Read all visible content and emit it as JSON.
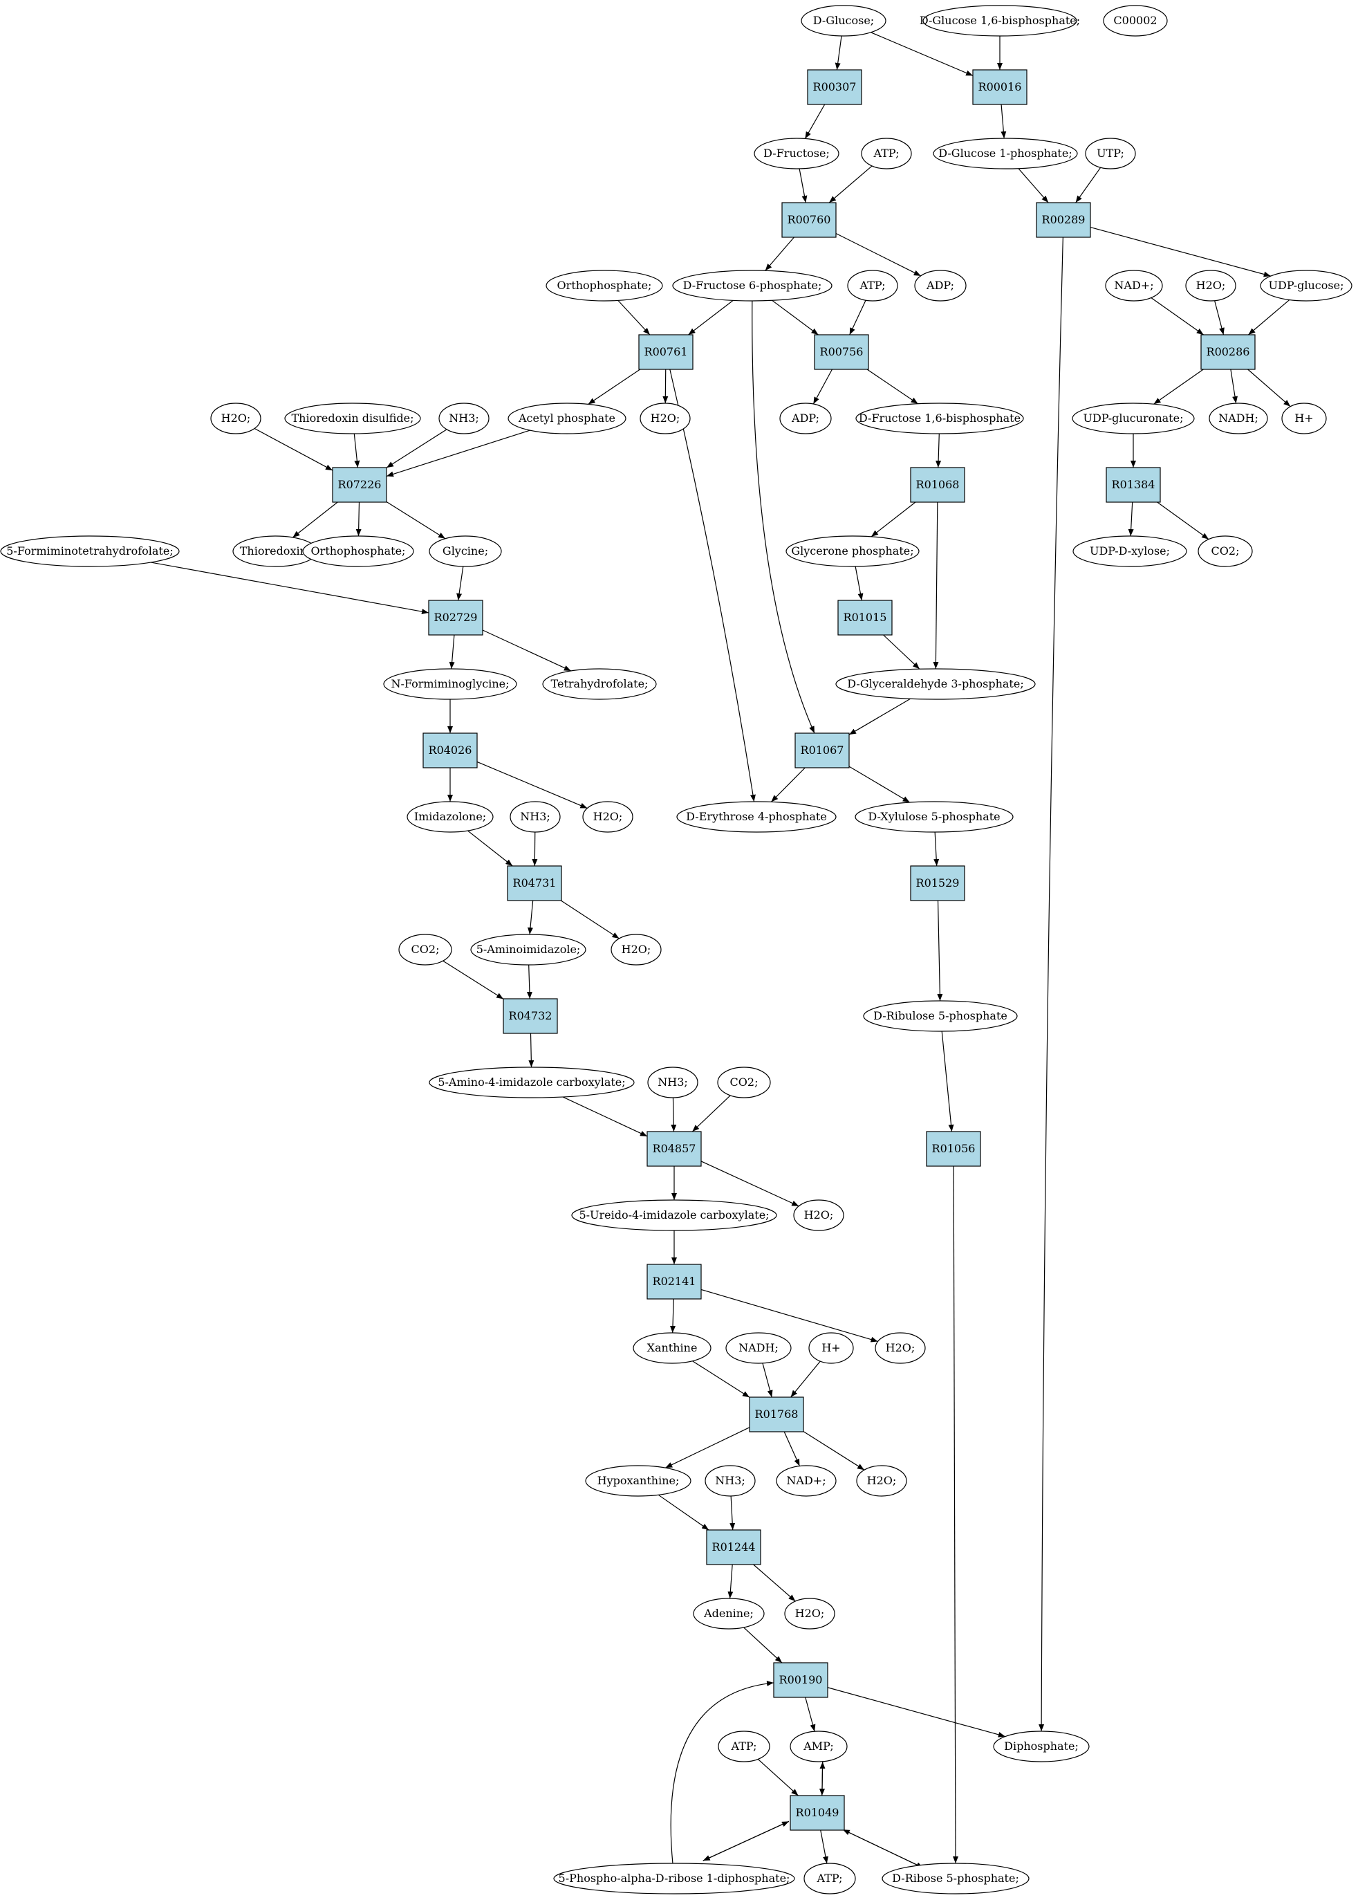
{
  "diagram": {
    "colors": {
      "reaction_fill": "#add8e6",
      "highlight_start": "#00ff00",
      "highlight_compound": "#ffff00",
      "metabolite_fill": "#ffffff",
      "stroke": "#000000"
    },
    "nodes": [
      {
        "id": "glc",
        "label": "D-Glucose;",
        "kind": "metabolite",
        "fill": "#00ff00",
        "name": "node-d-glucose"
      },
      {
        "id": "g16bp",
        "label": "D-Glucose 1,6-bisphosphate;",
        "kind": "metabolite",
        "name": "node-d-glucose-1-6-bisphosphate"
      },
      {
        "id": "c00002",
        "label": "C00002",
        "kind": "metabolite",
        "fill": "#ffff00",
        "name": "node-c00002"
      },
      {
        "id": "R00307",
        "label": "R00307",
        "kind": "reaction",
        "name": "reaction-r00307"
      },
      {
        "id": "R00016",
        "label": "R00016",
        "kind": "reaction",
        "name": "reaction-r00016"
      },
      {
        "id": "fru",
        "label": "D-Fructose;",
        "kind": "metabolite",
        "name": "node-d-fructose"
      },
      {
        "id": "atp1",
        "label": "ATP;",
        "kind": "metabolite",
        "name": "node-atp"
      },
      {
        "id": "g1p",
        "label": "D-Glucose 1-phosphate;",
        "kind": "metabolite",
        "name": "node-d-glucose-1-phosphate"
      },
      {
        "id": "utp",
        "label": "UTP;",
        "kind": "metabolite",
        "name": "node-utp"
      },
      {
        "id": "R00760",
        "label": "R00760",
        "kind": "reaction",
        "name": "reaction-r00760"
      },
      {
        "id": "R00289",
        "label": "R00289",
        "kind": "reaction",
        "name": "reaction-r00289"
      },
      {
        "id": "pi1",
        "label": "Orthophosphate;",
        "kind": "metabolite",
        "name": "node-orthophosphate"
      },
      {
        "id": "f6p",
        "label": "D-Fructose 6-phosphate;",
        "kind": "metabolite",
        "name": "node-d-fructose-6-phosphate"
      },
      {
        "id": "atp2",
        "label": "ATP;",
        "kind": "metabolite",
        "name": "node-atp"
      },
      {
        "id": "adp1",
        "label": "ADP;",
        "kind": "metabolite",
        "name": "node-adp"
      },
      {
        "id": "nad1",
        "label": "NAD+;",
        "kind": "metabolite",
        "name": "node-nad"
      },
      {
        "id": "h2o_a",
        "label": "H2O;",
        "kind": "metabolite",
        "name": "node-h2o"
      },
      {
        "id": "udpg",
        "label": "UDP-glucose;",
        "kind": "metabolite",
        "name": "node-udp-glucose"
      },
      {
        "id": "R00761",
        "label": "R00761",
        "kind": "reaction",
        "name": "reaction-r00761"
      },
      {
        "id": "R00756",
        "label": "R00756",
        "kind": "reaction",
        "name": "reaction-r00756"
      },
      {
        "id": "R00286",
        "label": "R00286",
        "kind": "reaction",
        "name": "reaction-r00286"
      },
      {
        "id": "h2o_b",
        "label": "H2O;",
        "kind": "metabolite",
        "name": "node-h2o"
      },
      {
        "id": "trx_ss",
        "label": "Thioredoxin disulfide;",
        "kind": "metabolite",
        "name": "node-thioredoxin-disulfide"
      },
      {
        "id": "nh3_a",
        "label": "NH3;",
        "kind": "metabolite",
        "name": "node-nh3"
      },
      {
        "id": "acp",
        "label": "Acetyl phosphate",
        "kind": "metabolite",
        "name": "node-acetyl-phosphate"
      },
      {
        "id": "h2o_c",
        "label": "H2O;",
        "kind": "metabolite",
        "name": "node-h2o"
      },
      {
        "id": "adp2",
        "label": "ADP;",
        "kind": "metabolite",
        "name": "node-adp"
      },
      {
        "id": "fbp",
        "label": "D-Fructose 1,6-bisphosphate",
        "kind": "metabolite",
        "name": "node-d-fructose-1-6-bisphosphate"
      },
      {
        "id": "udpgla",
        "label": "UDP-glucuronate;",
        "kind": "metabolite",
        "name": "node-udp-glucuronate"
      },
      {
        "id": "nadh1",
        "label": "NADH;",
        "kind": "metabolite",
        "name": "node-nadh"
      },
      {
        "id": "h_a",
        "label": "H+",
        "kind": "metabolite",
        "name": "node-h-plus"
      },
      {
        "id": "R07226",
        "label": "R07226",
        "kind": "reaction",
        "name": "reaction-r07226"
      },
      {
        "id": "R01068",
        "label": "R01068",
        "kind": "reaction",
        "name": "reaction-r01068"
      },
      {
        "id": "R01384",
        "label": "R01384",
        "kind": "reaction",
        "name": "reaction-r01384"
      },
      {
        "id": "fthf",
        "label": "5-Formiminotetrahydrofolate;",
        "kind": "metabolite",
        "name": "node-5-formiminotetrahydrofolate"
      },
      {
        "id": "trx",
        "label": "Thioredoxin;",
        "kind": "metabolite",
        "name": "node-thioredoxin"
      },
      {
        "id": "pi2",
        "label": "Orthophosphate;",
        "kind": "metabolite",
        "name": "node-orthophosphate"
      },
      {
        "id": "gly",
        "label": "Glycine;",
        "kind": "metabolite",
        "name": "node-glycine"
      },
      {
        "id": "dhap",
        "label": "Glycerone phosphate;",
        "kind": "metabolite",
        "name": "node-glycerone-phosphate"
      },
      {
        "id": "udpx",
        "label": "UDP-D-xylose;",
        "kind": "metabolite",
        "name": "node-udp-d-xylose"
      },
      {
        "id": "co2_a",
        "label": "CO2;",
        "kind": "metabolite",
        "name": "node-co2"
      },
      {
        "id": "R02729",
        "label": "R02729",
        "kind": "reaction",
        "name": "reaction-r02729"
      },
      {
        "id": "R01015",
        "label": "R01015",
        "kind": "reaction",
        "name": "reaction-r01015"
      },
      {
        "id": "nfg",
        "label": "N-Formiminoglycine;",
        "kind": "metabolite",
        "name": "node-n-formiminoglycine"
      },
      {
        "id": "thf",
        "label": "Tetrahydrofolate;",
        "kind": "metabolite",
        "name": "node-tetrahydrofolate"
      },
      {
        "id": "gap",
        "label": "D-Glyceraldehyde 3-phosphate;",
        "kind": "metabolite",
        "name": "node-d-glyceraldehyde-3-phosphate"
      },
      {
        "id": "R04026",
        "label": "R04026",
        "kind": "reaction",
        "name": "reaction-r04026"
      },
      {
        "id": "R01067",
        "label": "R01067",
        "kind": "reaction",
        "name": "reaction-r01067"
      },
      {
        "id": "imz",
        "label": "Imidazolone;",
        "kind": "metabolite",
        "name": "node-imidazolone"
      },
      {
        "id": "nh3_b",
        "label": "NH3;",
        "kind": "metabolite",
        "name": "node-nh3"
      },
      {
        "id": "h2o_d",
        "label": "H2O;",
        "kind": "metabolite",
        "name": "node-h2o"
      },
      {
        "id": "e4p",
        "label": "D-Erythrose 4-phosphate",
        "kind": "metabolite",
        "name": "node-d-erythrose-4-phosphate"
      },
      {
        "id": "xu5p",
        "label": "D-Xylulose 5-phosphate",
        "kind": "metabolite",
        "name": "node-d-xylulose-5-phosphate"
      },
      {
        "id": "R04731",
        "label": "R04731",
        "kind": "reaction",
        "name": "reaction-r04731"
      },
      {
        "id": "R01529",
        "label": "R01529",
        "kind": "reaction",
        "name": "reaction-r01529"
      },
      {
        "id": "co2_b",
        "label": "CO2;",
        "kind": "metabolite",
        "name": "node-co2"
      },
      {
        "id": "aiz",
        "label": "5-Aminoimidazole;",
        "kind": "metabolite",
        "name": "node-5-aminoimidazole"
      },
      {
        "id": "h2o_e",
        "label": "H2O;",
        "kind": "metabolite",
        "name": "node-h2o"
      },
      {
        "id": "R04732",
        "label": "R04732",
        "kind": "reaction",
        "name": "reaction-r04732"
      },
      {
        "id": "ru5p",
        "label": "D-Ribulose 5-phosphate",
        "kind": "metabolite",
        "name": "node-d-ribulose-5-phosphate"
      },
      {
        "id": "aic",
        "label": "5-Amino-4-imidazole carboxylate;",
        "kind": "metabolite",
        "name": "node-5-amino-4-imidazole-carboxylate"
      },
      {
        "id": "nh3_c",
        "label": "NH3;",
        "kind": "metabolite",
        "name": "node-nh3"
      },
      {
        "id": "co2_c",
        "label": "CO2;",
        "kind": "metabolite",
        "name": "node-co2"
      },
      {
        "id": "R04857",
        "label": "R04857",
        "kind": "reaction",
        "name": "reaction-r04857"
      },
      {
        "id": "R01056",
        "label": "R01056",
        "kind": "reaction",
        "name": "reaction-r01056"
      },
      {
        "id": "uic",
        "label": "5-Ureido-4-imidazole carboxylate;",
        "kind": "metabolite",
        "name": "node-5-ureido-4-imidazole-carboxylate"
      },
      {
        "id": "h2o_f",
        "label": "H2O;",
        "kind": "metabolite",
        "name": "node-h2o"
      },
      {
        "id": "R02141",
        "label": "R02141",
        "kind": "reaction",
        "name": "reaction-r02141"
      },
      {
        "id": "xan",
        "label": "Xanthine",
        "kind": "metabolite",
        "name": "node-xanthine"
      },
      {
        "id": "nadh2",
        "label": "NADH;",
        "kind": "metabolite",
        "name": "node-nadh"
      },
      {
        "id": "h_b",
        "label": "H+",
        "kind": "metabolite",
        "name": "node-h-plus"
      },
      {
        "id": "h2o_g",
        "label": "H2O;",
        "kind": "metabolite",
        "name": "node-h2o"
      },
      {
        "id": "R01768",
        "label": "R01768",
        "kind": "reaction",
        "name": "reaction-r01768"
      },
      {
        "id": "hyp",
        "label": "Hypoxanthine;",
        "kind": "metabolite",
        "name": "node-hypoxanthine"
      },
      {
        "id": "nh3_d",
        "label": "NH3;",
        "kind": "metabolite",
        "name": "node-nh3"
      },
      {
        "id": "nad2",
        "label": "NAD+;",
        "kind": "metabolite",
        "name": "node-nad"
      },
      {
        "id": "h2o_h",
        "label": "H2O;",
        "kind": "metabolite",
        "name": "node-h2o"
      },
      {
        "id": "R01244",
        "label": "R01244",
        "kind": "reaction",
        "name": "reaction-r01244"
      },
      {
        "id": "ade",
        "label": "Adenine;",
        "kind": "metabolite",
        "name": "node-adenine"
      },
      {
        "id": "h2o_i",
        "label": "H2O;",
        "kind": "metabolite",
        "name": "node-h2o"
      },
      {
        "id": "R00190",
        "label": "R00190",
        "kind": "reaction",
        "name": "reaction-r00190"
      },
      {
        "id": "atp3",
        "label": "ATP;",
        "kind": "metabolite",
        "name": "node-atp"
      },
      {
        "id": "amp",
        "label": "AMP;",
        "kind": "metabolite",
        "name": "node-amp"
      },
      {
        "id": "ppi",
        "label": "Diphosphate;",
        "kind": "metabolite",
        "name": "node-diphosphate"
      },
      {
        "id": "R01049",
        "label": "R01049",
        "kind": "reaction",
        "name": "reaction-r01049"
      },
      {
        "id": "prpp",
        "label": "5-Phospho-alpha-D-ribose 1-diphosphate;",
        "kind": "metabolite",
        "name": "node-prpp"
      },
      {
        "id": "atp4",
        "label": "ATP;",
        "kind": "metabolite",
        "name": "node-atp"
      },
      {
        "id": "r5p",
        "label": "D-Ribose 5-phosphate;",
        "kind": "metabolite",
        "name": "node-d-ribose-5-phosphate"
      }
    ],
    "edges": [
      [
        "glc",
        "R00307"
      ],
      [
        "glc",
        "R00016"
      ],
      [
        "g16bp",
        "R00016"
      ],
      [
        "R00307",
        "fru"
      ],
      [
        "R00016",
        "g1p"
      ],
      [
        "fru",
        "R00760"
      ],
      [
        "atp1",
        "R00760"
      ],
      [
        "g1p",
        "R00289"
      ],
      [
        "utp",
        "R00289"
      ],
      [
        "R00760",
        "f6p"
      ],
      [
        "R00760",
        "adp1"
      ],
      [
        "R00289",
        "udpg"
      ],
      [
        "R00289",
        "ppi"
      ],
      [
        "pi1",
        "R00761"
      ],
      [
        "f6p",
        "R00761"
      ],
      [
        "f6p",
        "R00756"
      ],
      [
        "atp2",
        "R00756"
      ],
      [
        "f6p",
        "R01067"
      ],
      [
        "nad1",
        "R00286"
      ],
      [
        "h2o_a",
        "R00286"
      ],
      [
        "udpg",
        "R00286"
      ],
      [
        "R00761",
        "acp"
      ],
      [
        "R00761",
        "h2o_c"
      ],
      [
        "R00761",
        "e4p"
      ],
      [
        "R00756",
        "adp2"
      ],
      [
        "R00756",
        "fbp"
      ],
      [
        "R00286",
        "udpgla"
      ],
      [
        "R00286",
        "nadh1"
      ],
      [
        "R00286",
        "h_a"
      ],
      [
        "h2o_b",
        "R07226"
      ],
      [
        "trx_ss",
        "R07226"
      ],
      [
        "nh3_a",
        "R07226"
      ],
      [
        "acp",
        "R07226"
      ],
      [
        "fbp",
        "R01068"
      ],
      [
        "udpgla",
        "R01384"
      ],
      [
        "R07226",
        "trx"
      ],
      [
        "R07226",
        "pi2"
      ],
      [
        "R07226",
        "gly"
      ],
      [
        "R01068",
        "dhap"
      ],
      [
        "R01068",
        "gap"
      ],
      [
        "R01384",
        "udpx"
      ],
      [
        "R01384",
        "co2_a"
      ],
      [
        "fthf",
        "R02729"
      ],
      [
        "gly",
        "R02729"
      ],
      [
        "dhap",
        "R01015"
      ],
      [
        "R01015",
        "gap"
      ],
      [
        "R02729",
        "nfg"
      ],
      [
        "R02729",
        "thf"
      ],
      [
        "gap",
        "R01067"
      ],
      [
        "nfg",
        "R04026"
      ],
      [
        "R01067",
        "e4p"
      ],
      [
        "R01067",
        "xu5p"
      ],
      [
        "R04026",
        "imz"
      ],
      [
        "R04026",
        "h2o_d"
      ],
      [
        "xu5p",
        "R01529"
      ],
      [
        "imz",
        "R04731"
      ],
      [
        "nh3_b",
        "R04731"
      ],
      [
        "R04731",
        "aiz"
      ],
      [
        "R04731",
        "h2o_e"
      ],
      [
        "R01529",
        "ru5p"
      ],
      [
        "co2_b",
        "R04732"
      ],
      [
        "aiz",
        "R04732"
      ],
      [
        "R04732",
        "aic"
      ],
      [
        "ru5p",
        "R01056"
      ],
      [
        "aic",
        "R04857"
      ],
      [
        "nh3_c",
        "R04857"
      ],
      [
        "co2_c",
        "R04857"
      ],
      [
        "R04857",
        "uic"
      ],
      [
        "R04857",
        "h2o_f"
      ],
      [
        "R01056",
        "r5p"
      ],
      [
        "uic",
        "R02141"
      ],
      [
        "R02141",
        "xan"
      ],
      [
        "R02141",
        "h2o_g"
      ],
      [
        "xan",
        "R01768"
      ],
      [
        "nadh2",
        "R01768"
      ],
      [
        "h_b",
        "R01768"
      ],
      [
        "R01768",
        "hyp"
      ],
      [
        "R01768",
        "nad2"
      ],
      [
        "R01768",
        "h2o_h"
      ],
      [
        "hyp",
        "R01244"
      ],
      [
        "nh3_d",
        "R01244"
      ],
      [
        "R01244",
        "ade"
      ],
      [
        "R01244",
        "h2o_i"
      ],
      [
        "ade",
        "R00190"
      ],
      [
        "R00190",
        "amp"
      ],
      [
        "R00190",
        "ppi"
      ],
      [
        "atp3",
        "R01049"
      ],
      [
        "amp",
        "R01049"
      ],
      [
        "R01049",
        "amp"
      ],
      [
        "prpp",
        "R00190"
      ],
      [
        "prpp",
        "R01049"
      ],
      [
        "R01049",
        "prpp"
      ],
      [
        "R01049",
        "atp4"
      ],
      [
        "r5p",
        "R01049"
      ],
      [
        "R01049",
        "r5p"
      ]
    ]
  }
}
